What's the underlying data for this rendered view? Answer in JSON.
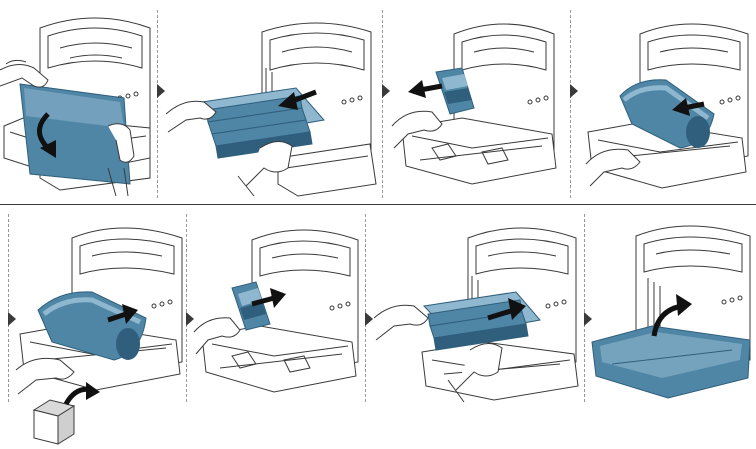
{
  "figure": {
    "colors": {
      "line": "#3a3a3a",
      "part_fill": "#4f86a6",
      "part_light": "#8fb7cf",
      "part_dark": "#2f5f7c",
      "arrow": "#111111",
      "divider_dash": "#9a9a9a",
      "paper": "#ffffff"
    },
    "icons": [
      "hand-icon",
      "arrow-icon",
      "toner-cartridge-icon",
      "imaging-unit-icon",
      "printer-icon",
      "box-icon"
    ],
    "rows": [
      {
        "steps": [
          {
            "action": "open-front-cover",
            "icon": "printer-icon"
          },
          {
            "action": "remove-toner-tray",
            "icon": "toner-cartridge-icon"
          },
          {
            "action": "remove-toner-cartridge",
            "icon": "toner-cartridge-icon"
          },
          {
            "action": "remove-imaging-unit",
            "icon": "imaging-unit-icon"
          }
        ]
      },
      {
        "steps": [
          {
            "action": "insert-new-imaging-unit",
            "icon": "imaging-unit-icon"
          },
          {
            "action": "insert-toner-cartridge",
            "icon": "toner-cartridge-icon"
          },
          {
            "action": "insert-toner-tray",
            "icon": "toner-cartridge-icon"
          },
          {
            "action": "close-front-cover",
            "icon": "printer-icon"
          }
        ]
      }
    ]
  }
}
